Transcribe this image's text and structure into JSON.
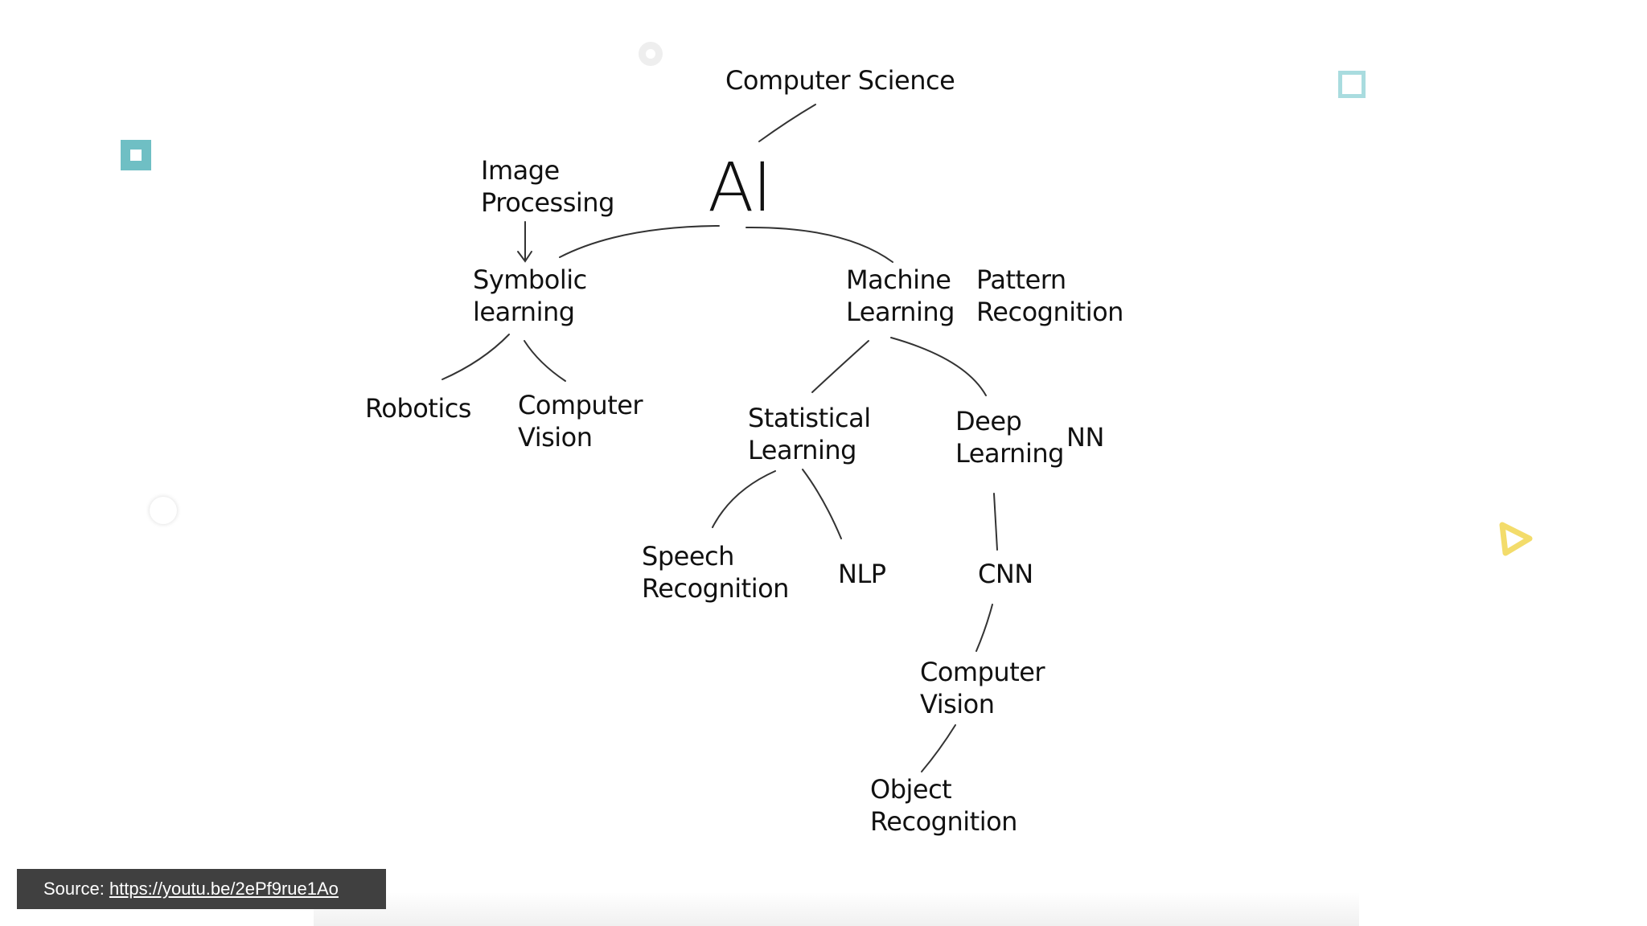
{
  "diagram": {
    "nodes": {
      "computer_science": "Computer Science",
      "ai": "AI",
      "image_processing": [
        "Image",
        "Processing"
      ],
      "symbolic_learning": [
        "Symbolic",
        "learning"
      ],
      "machine_learning": [
        "Machine",
        "Learning"
      ],
      "pattern_recognition": [
        "Pattern",
        "Recognition"
      ],
      "robotics": "Robotics",
      "computer_vision_1": [
        "Computer",
        "Vision"
      ],
      "statistical_learning": [
        "Statistical",
        "Learning"
      ],
      "deep_learning": [
        "Deep",
        "Learning"
      ],
      "nn": "NN",
      "speech_recognition": [
        "Speech",
        "Recognition"
      ],
      "nlp": "NLP",
      "cnn": "CNN",
      "computer_vision_2": [
        "Computer",
        "Vision"
      ],
      "object_recognition": [
        "Object",
        "Recognition"
      ]
    },
    "edges": [
      [
        "computer_science",
        "ai"
      ],
      [
        "ai",
        "symbolic_learning"
      ],
      [
        "ai",
        "machine_learning"
      ],
      [
        "image_processing",
        "symbolic_learning"
      ],
      [
        "symbolic_learning",
        "robotics"
      ],
      [
        "symbolic_learning",
        "computer_vision_1"
      ],
      [
        "machine_learning",
        "statistical_learning"
      ],
      [
        "machine_learning",
        "deep_learning"
      ],
      [
        "statistical_learning",
        "speech_recognition"
      ],
      [
        "statistical_learning",
        "nlp"
      ],
      [
        "deep_learning",
        "cnn"
      ],
      [
        "cnn",
        "computer_vision_2"
      ],
      [
        "computer_vision_2",
        "object_recognition"
      ]
    ]
  },
  "source_banner": {
    "prefix": "Source: ",
    "link_text": "https://youtu.be/2ePf9rue1Ao"
  },
  "colors": {
    "accent_teal": "#6fbfc4",
    "accent_yellow": "#f3dc6b",
    "banner_bg": "#404040"
  }
}
